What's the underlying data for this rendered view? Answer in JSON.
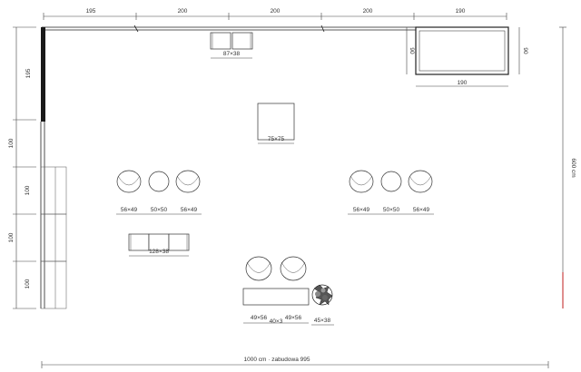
{
  "top_dims": [
    "195",
    "200",
    "200",
    "200",
    "190"
  ],
  "left_dims": [
    "195",
    "100",
    "100",
    "100",
    "100"
  ],
  "right_dim": "600 cm",
  "bottom_dim": "1000 cm · zabudowa 995",
  "box_right": {
    "h1": "90",
    "h2": "90",
    "w": "190"
  },
  "labels": {
    "top_rack": "87×38",
    "table_square": "75×75",
    "left_group": [
      "56×49",
      "50×50",
      "56×49"
    ],
    "right_group": [
      "56×49",
      "50×50",
      "56×49"
    ],
    "bench": "128×38",
    "bottom_a": "49×56",
    "bottom_b": "40×3",
    "bottom_c": "49×56",
    "bottom_d": "45×38"
  },
  "colors": {
    "line": "#333333",
    "accent": "#cc0000"
  }
}
